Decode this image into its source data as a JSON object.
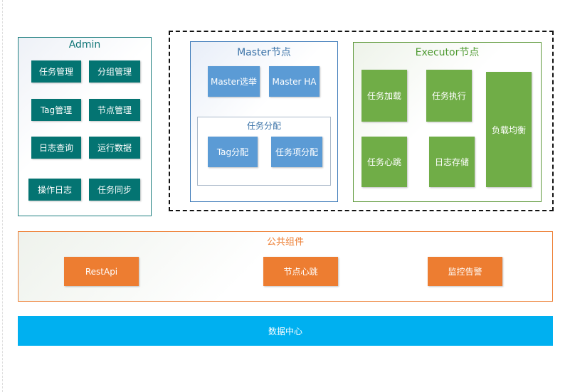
{
  "admin": {
    "title": "Admin",
    "items": [
      "任务管理",
      "分组管理",
      "Tag管理",
      "节点管理",
      "日志查询",
      "运行数据",
      "操作日志",
      "任务同步"
    ]
  },
  "master": {
    "title": "Master节点",
    "election": "Master选举",
    "ha": "Master HA",
    "task_allocation": {
      "title": "任务分配",
      "tag_alloc": "Tag分配",
      "item_alloc": "任务项分配"
    }
  },
  "executor": {
    "title": "Executor节点",
    "task_load": "任务加载",
    "task_exec": "任务执行",
    "task_heartbeat": "任务心跳",
    "log_storage": "日志存储",
    "load_balance": "负载均衡"
  },
  "common": {
    "title": "公共组件",
    "rest_api": "RestApi",
    "node_heartbeat": "节点心跳",
    "monitor_alert": "监控告警"
  },
  "data_center": {
    "label": "数据中心"
  },
  "colors": {
    "teal": "#047472",
    "blue": "#5b9bd5",
    "green": "#70ad47",
    "orange": "#ed7d31",
    "cyan": "#00b0f0"
  }
}
